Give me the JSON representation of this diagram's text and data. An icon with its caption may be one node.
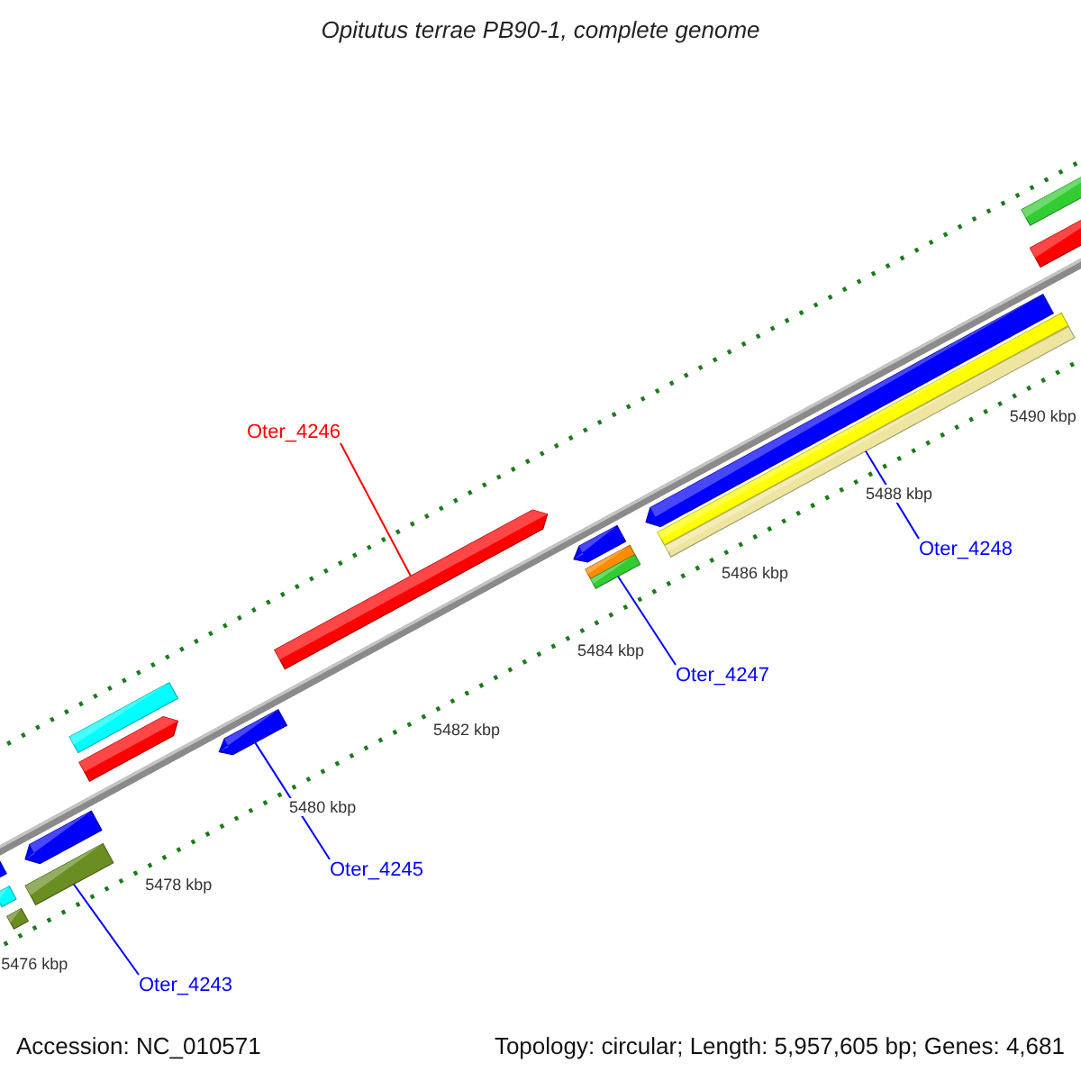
{
  "diagram": {
    "title": "Opitutus terrae PB90-1, complete genome",
    "nodes": [
      {
        "text": [],
        "shape": "bar"
      },
      {
        "text": [],
        "shape": "bar"
      },
      {
        "text": [
          "Oter_4246"
        ]
      },
      {
        "text": [],
        "shape": "bar"
      },
      {
        "text": [],
        "shape": "bar"
      },
      {
        "text": [],
        "shape": "bar"
      },
      {
        "text": [],
        "shape": "bar"
      },
      {
        "text": [
          "Oter_4248"
        ]
      },
      {
        "text": [],
        "shape": "bar"
      },
      {
        "text": [],
        "shape": "bar"
      },
      {
        "text": [],
        "shape": "bar"
      },
      {
        "text": [
          "Oter_4247"
        ]
      },
      {
        "text": [],
        "shape": "bar"
      },
      {
        "text": [],
        "shape": "bar"
      },
      {
        "text": [],
        "shape": "bar"
      },
      {
        "text": [
          "Oter_4245"
        ]
      },
      {
        "text": [],
        "shape": "bar"
      },
      {
        "text": [],
        "shape": "bar"
      },
      {
        "text": [],
        "shape": "bar"
      },
      {
        "text": [],
        "shape": "bar"
      },
      {
        "text": [],
        "shape": "bar"
      },
      {
        "text": [
          "Oter_4243"
        ]
      }
    ],
    "edges": [
      {
        "from": 2,
        "to": 3,
        "arrow": "none",
        "color": "#ff0000"
      },
      {
        "from": 7,
        "to": 6,
        "arrow": "none"
      },
      {
        "from": 11,
        "to": 10,
        "arrow": "none"
      },
      {
        "from": 15,
        "to": 14,
        "arrow": "none"
      },
      {
        "from": 21,
        "to": 17,
        "arrow": "none"
      }
    ],
    "labels": [
      "5476 kbp",
      "5478 kbp",
      "5480 kbp",
      "5482 kbp",
      "5484 kbp",
      "5486 kbp",
      "5488 kbp",
      "5490 kbp",
      "Accession: NC_010571",
      "Topology: circular; Length: 5,957,605 bp; Genes: 4,681"
    ]
  }
}
